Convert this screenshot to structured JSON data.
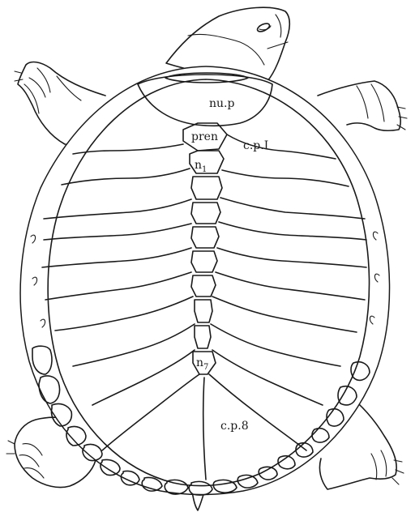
{
  "labels": {
    "nuchal_plate": "nu.p",
    "preneural": "pren",
    "costal_plate_1": "c.p.I",
    "neural_1": "n",
    "neural_1_sub": "1",
    "neural_7": "n",
    "neural_7_sub": "7",
    "costal_plate_8": "c.p.8"
  },
  "colors": {
    "ink": "#1a1a1a",
    "paper": "#ffffff"
  }
}
